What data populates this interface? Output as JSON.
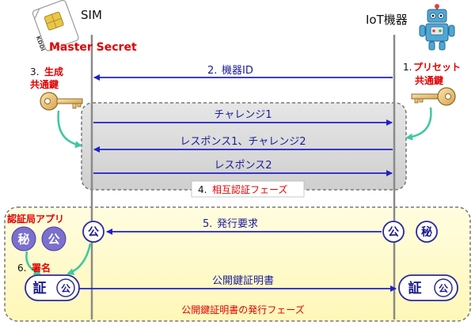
{
  "entities": {
    "sim": {
      "label": "SIM",
      "card_brand": "KDDI"
    },
    "iot": {
      "label": "IoT機器"
    }
  },
  "labels": {
    "master_secret": "Master Secret",
    "step3": {
      "num": "3.",
      "line1": "生成",
      "line2": "共通鍵"
    },
    "step1": {
      "num": "1.",
      "line1": "プリセット",
      "line2": "共通鍵"
    },
    "ca_app": "認証局アプリ",
    "step6": {
      "num": "6.",
      "text": "署名"
    }
  },
  "messages": [
    {
      "id": "m2",
      "num": "2.",
      "text": "機器ID",
      "dir": "to-sim"
    },
    {
      "id": "m_ch1",
      "num": "",
      "text": "チャレンジ1",
      "dir": "to-iot"
    },
    {
      "id": "m_res1",
      "num": "",
      "text": "レスポンス1、チャレンジ2",
      "dir": "to-sim"
    },
    {
      "id": "m_res2",
      "num": "",
      "text": "レスポンス2",
      "dir": "to-iot"
    },
    {
      "id": "m5",
      "num": "5.",
      "text": "発行要求",
      "dir": "to-sim"
    },
    {
      "id": "m_cert",
      "num": "",
      "text": "公開鍵証明書",
      "dir": "to-iot"
    }
  ],
  "phases": {
    "mutual_auth": {
      "num": "4.",
      "text": "相互認証フェーズ"
    },
    "cert_issue": {
      "text": "公開鍵証明書の発行フェーズ"
    }
  },
  "glyphs": {
    "public": "公",
    "secret": "秘",
    "cert": "証"
  },
  "colors": {
    "arrow": "#2020c8",
    "red": "#e00000",
    "purple": "#6a4fc0",
    "lifeline": "#8a8a8a",
    "green": "#3cc8a0"
  }
}
